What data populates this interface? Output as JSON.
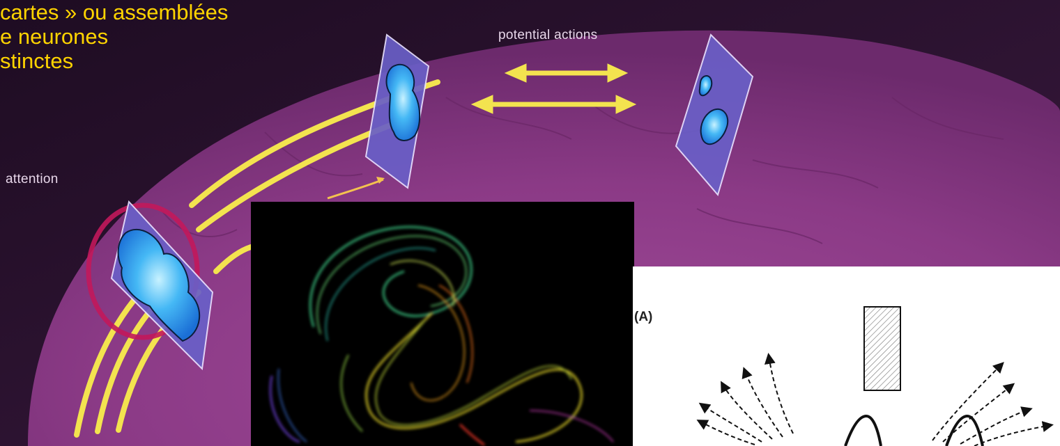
{
  "slide": {
    "caption_lines": [
      "cartes » ou assemblées",
      "e neurones",
      "stinctes"
    ],
    "colors": {
      "caption": "#ffd400",
      "brain": "#8a3c86",
      "arrows": "#f5e55a",
      "background": "#2a1230"
    }
  },
  "brain_figure": {
    "label_potential_actions": "potential actions",
    "label_attention": "attention"
  },
  "diagram_inset": {
    "panel_label": "(A)"
  }
}
